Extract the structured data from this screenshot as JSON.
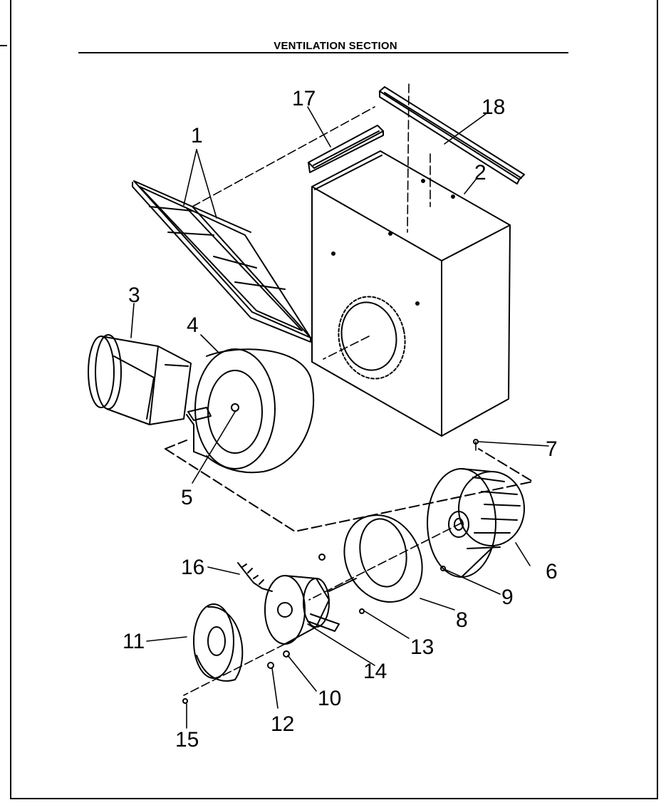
{
  "header": {
    "title": "VENTILATION SECTION"
  },
  "callouts": [
    {
      "id": "1",
      "label": "1"
    },
    {
      "id": "2",
      "label": "2"
    },
    {
      "id": "3",
      "label": "3"
    },
    {
      "id": "4",
      "label": "4"
    },
    {
      "id": "5",
      "label": "5"
    },
    {
      "id": "6",
      "label": "6"
    },
    {
      "id": "7",
      "label": "7"
    },
    {
      "id": "8",
      "label": "8"
    },
    {
      "id": "9",
      "label": "9"
    },
    {
      "id": "10",
      "label": "10"
    },
    {
      "id": "11",
      "label": "11"
    },
    {
      "id": "12",
      "label": "12"
    },
    {
      "id": "13",
      "label": "13"
    },
    {
      "id": "14",
      "label": "14"
    },
    {
      "id": "15",
      "label": "15"
    },
    {
      "id": "16",
      "label": "16"
    },
    {
      "id": "17",
      "label": "17"
    },
    {
      "id": "18",
      "label": "18"
    }
  ]
}
